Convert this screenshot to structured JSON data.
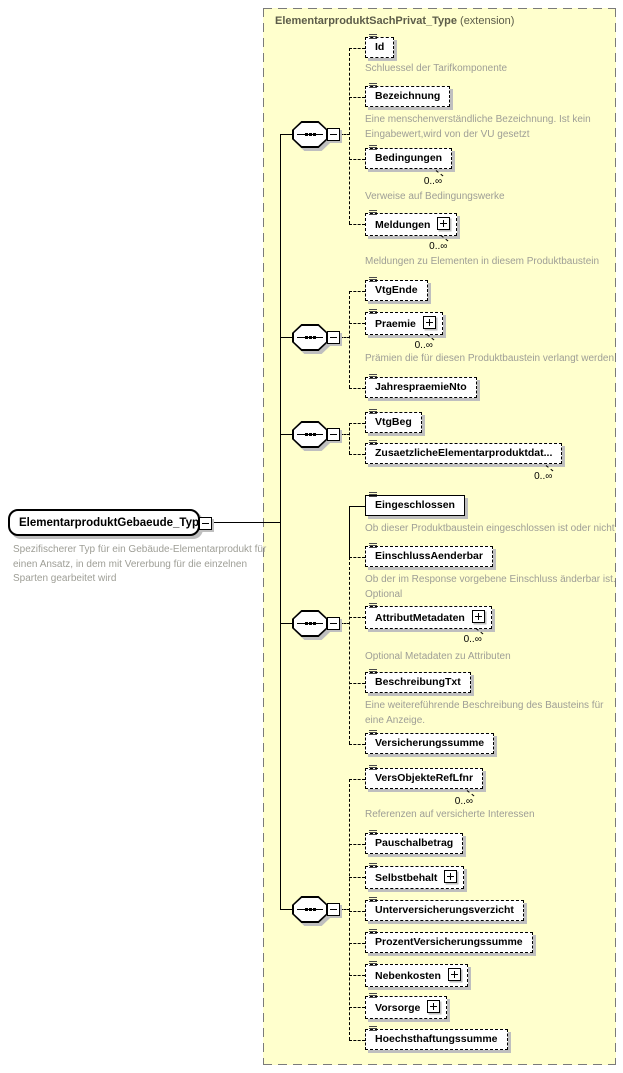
{
  "container": {
    "title": "ElementarproduktSachPrivat_Type",
    "title_suffix": " (extension)",
    "background_color": "#ffffcd",
    "border_color": "#7a7a7a"
  },
  "root": {
    "name": "ElementarproduktGebaeude_Type",
    "description": "Spezifischerer Typ für ein Gebäude-Elementarprodukt für einen Ansatz, in dem mit Vererbung für die einzelnen Sparten gearbeitet wird"
  },
  "icons": {
    "collapse": "−",
    "expand": "+",
    "text_content": "≡",
    "sequence": "octagon-with-dots"
  },
  "elements": [
    {
      "name": "Id",
      "desc": "Schluessel der Tarifkomponente"
    },
    {
      "name": "Bezeichnung",
      "desc": "Eine menschenverständliche Bezeichnung. Ist kein Eingabewert,wird von der VU gesetzt"
    },
    {
      "name": "Bedingungen",
      "occurs": "0..∞",
      "desc": "Verweise auf Bedingungswerke"
    },
    {
      "name": "Meldungen",
      "occurs": "0..∞",
      "desc": "Meldungen zu Elementen in diesem Produktbaustein"
    },
    {
      "name": "VtgEnde"
    },
    {
      "name": "Praemie",
      "occurs": "0..∞",
      "desc": "Prämien die für diesen Produktbaustein verlangt werden"
    },
    {
      "name": "JahrespraemieNto"
    },
    {
      "name": "VtgBeg"
    },
    {
      "name": "ZusaetzlicheElementarproduktdat...",
      "occurs": "0..∞"
    },
    {
      "name": "Eingeschlossen",
      "desc": "Ob dieser Produktbaustein eingeschlossen ist oder nicht"
    },
    {
      "name": "EinschlussAenderbar",
      "desc": "Ob der im Response vorgebene Einschluss änderbar ist. Optional"
    },
    {
      "name": "AttributMetadaten",
      "occurs": "0..∞",
      "desc": "Optional Metadaten zu Attributen"
    },
    {
      "name": "BeschreibungTxt",
      "desc": "Eine weitereführende Beschreibung des Bausteins für eine Anzeige."
    },
    {
      "name": "Versicherungssumme"
    },
    {
      "name": "VersObjekteRefLfnr",
      "occurs": "0..∞",
      "desc": "Referenzen auf versicherte Interessen"
    },
    {
      "name": "Pauschalbetrag"
    },
    {
      "name": "Selbstbehalt"
    },
    {
      "name": "Unterversicherungsverzicht"
    },
    {
      "name": "ProzentVersicherungssumme"
    },
    {
      "name": "Nebenkosten"
    },
    {
      "name": "Vorsorge"
    },
    {
      "name": "Hoechsthaftungssumme"
    }
  ]
}
